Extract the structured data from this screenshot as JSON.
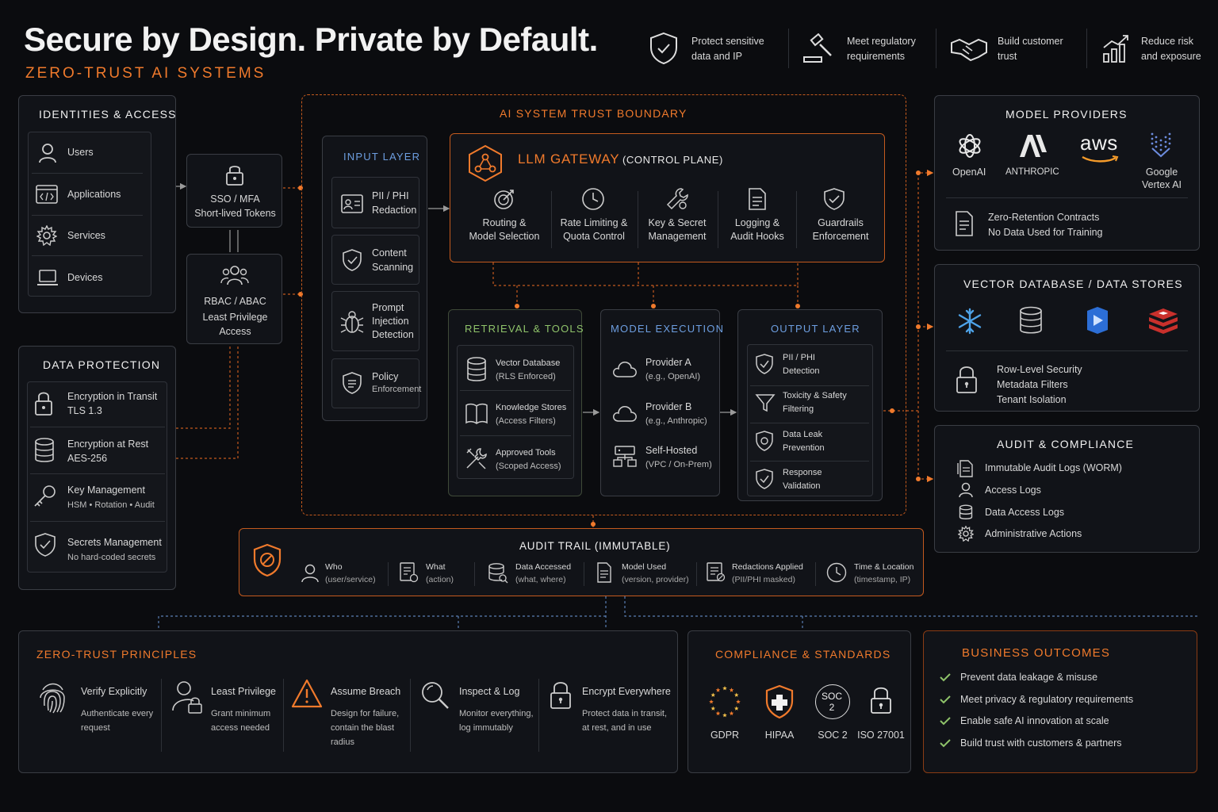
{
  "header": {
    "title": "Secure by Design. Private by Default.",
    "subtitle": "ZERO-TRUST AI SYSTEMS",
    "benefits": [
      {
        "l1": "Protect sensitive",
        "l2": "data and IP",
        "icon": "shield-check-icon"
      },
      {
        "l1": "Meet regulatory",
        "l2": "requirements",
        "icon": "gavel-icon"
      },
      {
        "l1": "Build customer",
        "l2": "trust",
        "icon": "handshake-icon"
      },
      {
        "l1": "Reduce risk",
        "l2": "and exposure",
        "icon": "chart-up-icon"
      }
    ]
  },
  "identities": {
    "title": "IDENTITIES & ACCESS",
    "items": [
      "Users",
      "Applications",
      "Services",
      "Devices"
    ]
  },
  "sso": {
    "l1": "SSO / MFA",
    "l2": "Short-lived Tokens"
  },
  "rbac": {
    "l1": "RBAC / ABAC",
    "l2": "Least Privilege",
    "l3": "Access"
  },
  "data_protection": {
    "title": "DATA PROTECTION",
    "items": [
      {
        "l1": "Encryption in Transit",
        "l2": "TLS 1.3"
      },
      {
        "l1": "Encryption at Rest",
        "l2": "AES-256"
      },
      {
        "l1": "Key Management",
        "l2": "HSM • Rotation • Audit"
      },
      {
        "l1": "Secrets Management",
        "l2": "No hard-coded secrets"
      }
    ]
  },
  "boundary": {
    "title": "AI SYSTEM TRUST BOUNDARY"
  },
  "input_layer": {
    "title": "INPUT LAYER",
    "items": [
      {
        "l1": "PII / PHI",
        "l2": "Redaction"
      },
      {
        "l1": "Content",
        "l2": "Scanning"
      },
      {
        "l1": "Prompt",
        "l2": "Injection",
        "l3": "Detection"
      },
      {
        "l1": "Policy",
        "l2": "Enforcement"
      }
    ]
  },
  "gateway": {
    "title": "LLM GATEWAY",
    "title_suffix": "(CONTROL PLANE)",
    "items": [
      {
        "l1": "Routing &",
        "l2": "Model Selection"
      },
      {
        "l1": "Rate Limiting &",
        "l2": "Quota Control"
      },
      {
        "l1": "Key & Secret",
        "l2": "Management"
      },
      {
        "l1": "Logging &",
        "l2": "Audit Hooks"
      },
      {
        "l1": "Guardrails",
        "l2": "Enforcement"
      }
    ]
  },
  "retrieval": {
    "title": "RETRIEVAL & TOOLS",
    "items": [
      {
        "l1": "Vector Database",
        "l2": "(RLS Enforced)"
      },
      {
        "l1": "Knowledge Stores",
        "l2": "(Access Filters)"
      },
      {
        "l1": "Approved Tools",
        "l2": "(Scoped Access)"
      }
    ]
  },
  "model_exec": {
    "title": "MODEL EXECUTION",
    "items": [
      {
        "l1": "Provider A",
        "l2": "(e.g., OpenAI)"
      },
      {
        "l1": "Provider B",
        "l2": "(e.g., Anthropic)"
      },
      {
        "l1": "Self-Hosted",
        "l2": "(VPC / On-Prem)"
      }
    ]
  },
  "output_layer": {
    "title": "OUTPUT LAYER",
    "items": [
      {
        "l1": "PII / PHI",
        "l2": "Detection"
      },
      {
        "l1": "Toxicity & Safety",
        "l2": "Filtering"
      },
      {
        "l1": "Data Leak",
        "l2": "Prevention"
      },
      {
        "l1": "Response",
        "l2": "Validation"
      }
    ]
  },
  "providers": {
    "title": "MODEL PROVIDERS",
    "names": {
      "openai": "OpenAI",
      "anthropic": "ANTHROPIC",
      "aws": "aws",
      "google_l1": "Google",
      "google_l2": "Vertex AI"
    },
    "contract_l1": "Zero-Retention Contracts",
    "contract_l2": "No Data Used for Training"
  },
  "vector_db": {
    "title": "VECTOR DATABASE / DATA STORES",
    "l1": "Row-Level Security",
    "l2": "Metadata Filters",
    "l3": "Tenant Isolation"
  },
  "audit_compliance": {
    "title": "AUDIT & COMPLIANCE",
    "items": [
      "Immutable Audit Logs (WORM)",
      "Access Logs",
      "Data Access Logs",
      "Administrative Actions"
    ]
  },
  "audit_trail": {
    "title": "AUDIT TRAIL (IMMUTABLE)",
    "items": [
      {
        "l1": "Who",
        "l2": "(user/service)"
      },
      {
        "l1": "What",
        "l2": "(action)"
      },
      {
        "l1": "Data Accessed",
        "l2": "(what, where)"
      },
      {
        "l1": "Model Used",
        "l2": "(version, provider)"
      },
      {
        "l1": "Redactions Applied",
        "l2": "(PII/PHI masked)"
      },
      {
        "l1": "Time & Location",
        "l2": "(timestamp, IP)"
      }
    ]
  },
  "principles": {
    "title": "ZERO-TRUST PRINCIPLES",
    "items": [
      {
        "h": "Verify Explicitly",
        "d1": "Authenticate every",
        "d2": "request",
        "d3": ""
      },
      {
        "h": "Least Privilege",
        "d1": "Grant minimum",
        "d2": "access needed",
        "d3": ""
      },
      {
        "h": "Assume Breach",
        "d1": "Design for failure,",
        "d2": "contain the blast",
        "d3": "radius"
      },
      {
        "h": "Inspect & Log",
        "d1": "Monitor everything,",
        "d2": "log immutably",
        "d3": ""
      },
      {
        "h": "Encrypt Everywhere",
        "d1": "Protect data in transit,",
        "d2": "at rest, and in use",
        "d3": ""
      }
    ]
  },
  "compliance": {
    "title": "COMPLIANCE & STANDARDS",
    "items": [
      "GDPR",
      "HIPAA",
      "SOC 2",
      "ISO 27001"
    ],
    "soc_badge_l1": "SOC",
    "soc_badge_l2": "2"
  },
  "outcomes": {
    "title": "BUSINESS OUTCOMES",
    "items": [
      "Prevent data leakage & misuse",
      "Meet privacy & regulatory requirements",
      "Enable safe AI innovation at scale",
      "Build trust with customers & partners"
    ]
  },
  "colors": {
    "accent": "#f07a2c",
    "green": "#8fc36a",
    "blue": "#6d9ee0",
    "bg": "#0b0c0f"
  }
}
